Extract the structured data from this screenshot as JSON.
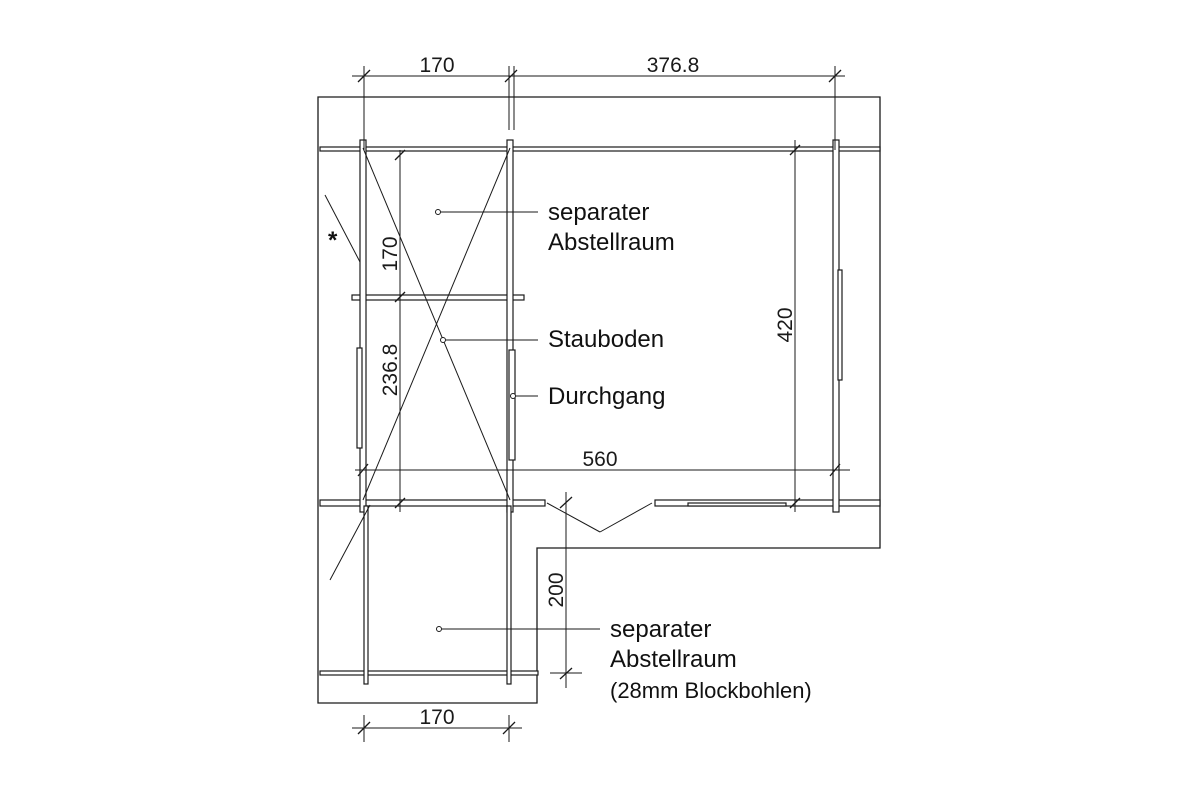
{
  "dimensions": {
    "top_left": "170",
    "top_right": "376.8",
    "inner_vertical_upper": "170",
    "inner_vertical_lower": "236.8",
    "right_vertical": "420",
    "width_total": "560",
    "annex_depth": "200",
    "bottom_width": "170"
  },
  "labels": {
    "storage_top_line1": "separater",
    "storage_top_line2": "Abstellraum",
    "loft": "Stauboden",
    "passage": "Durchgang",
    "storage_bottom_line1": "separater",
    "storage_bottom_line2": "Abstellraum",
    "storage_bottom_line3": "(28mm Blockbohlen)"
  },
  "marker": "*",
  "colors": {
    "line": "#1a1a1a",
    "background": "#ffffff"
  }
}
